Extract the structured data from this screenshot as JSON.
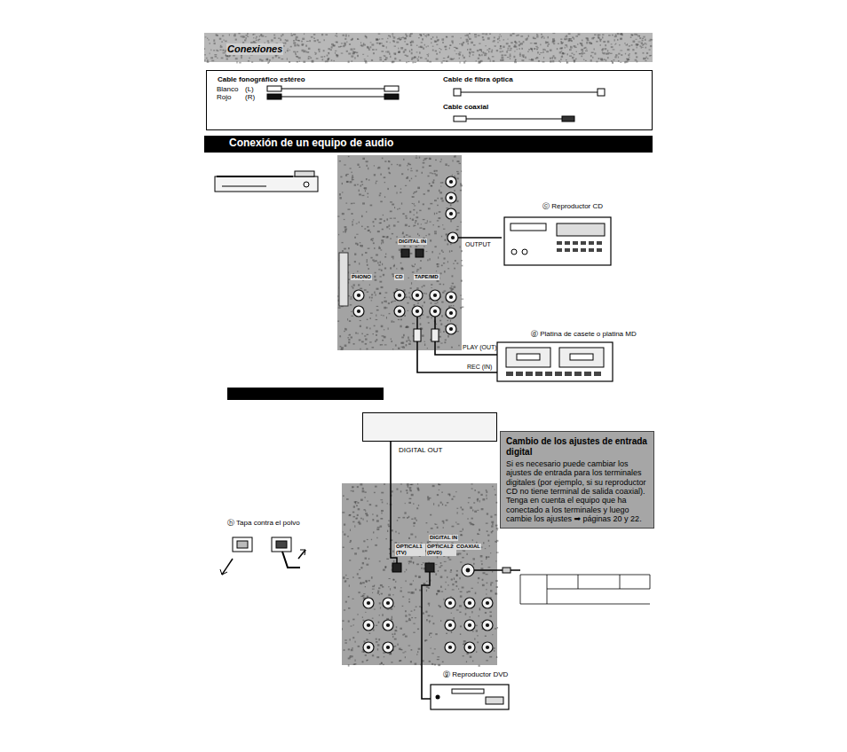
{
  "diagram": {
    "nodes": [
      {
        "text": [
          "Conexiones"
        ]
      },
      {
        "text": [
          "Cable fonográfico estéreo",
          "Cable de fibra óptica",
          "Cable coaxial"
        ]
      },
      {
        "text": [
          "Conexión de un equipo de audio"
        ]
      },
      {
        "text": [
          "DIGITAL IN",
          "PHONO",
          "CD",
          "TAPE/MD"
        ]
      },
      {
        "text": [
          "ⓒ Reproductor CD"
        ]
      },
      {
        "text": [
          "ⓓ Platina de casete o platina MD"
        ]
      },
      {
        "text": [
          "DIGITAL OUT"
        ]
      },
      {
        "text": [
          "Cambio de los ajustes de entrada digital",
          "Si es necesario puede cambiar los ajustes de entrada para los terminales digitales (por ejemplo, si su reproductor CD no tiene terminal de salida coaxial). Tenga en cuenta el equipo que ha conectado a los terminales y luego cambie los ajustes ➡ páginas 20 y 22."
        ]
      },
      {
        "text": [
          "DIGITAL IN",
          "OPTICAL1 (TV)",
          "OPTICAL2 (DVD)",
          "COAXIAL"
        ]
      },
      {
        "text": [
          "ⓖ Reproductor DVD"
        ]
      }
    ],
    "edges": [
      {
        "from": 3,
        "to": 4,
        "arrow": "none"
      },
      {
        "from": 3,
        "to": 5,
        "arrow": "none"
      },
      {
        "from": 3,
        "to": 5,
        "arrow": "none"
      },
      {
        "from": 6,
        "to": 8,
        "arrow": "none"
      },
      {
        "from": 8,
        "to": 9,
        "arrow": "none"
      }
    ],
    "labels": [
      "Blanco",
      "(L)",
      "Rojo",
      "(R)",
      "OUTPUT",
      "PLAY (OUT)",
      "REC (IN)",
      "ⓗ Tapa contra el polvo"
    ]
  }
}
